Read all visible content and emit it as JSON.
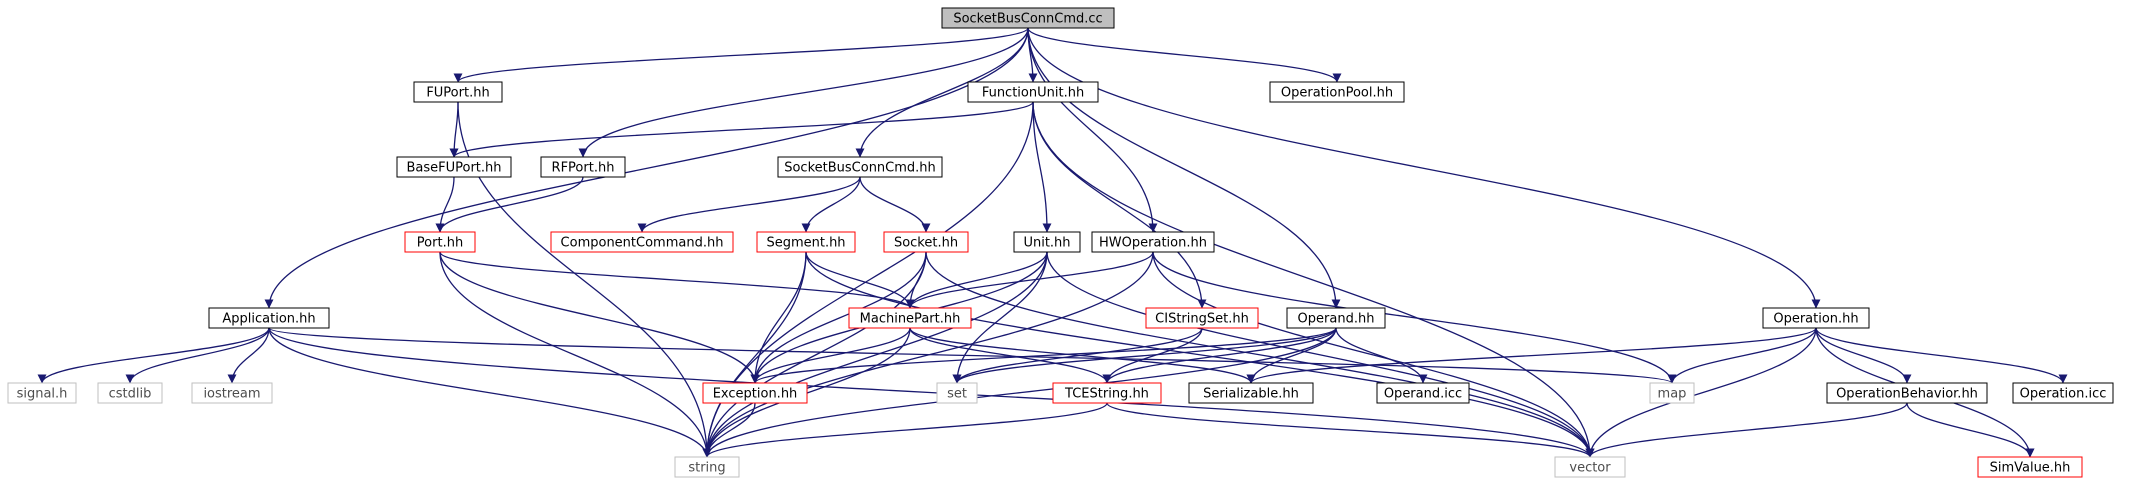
{
  "nodes": [
    {
      "id": "SocketBusConnCmd.cc",
      "label": "SocketBusConnCmd.cc",
      "style": "root"
    },
    {
      "id": "FUPort.hh",
      "label": "FUPort.hh",
      "style": "black"
    },
    {
      "id": "FunctionUnit.hh",
      "label": "FunctionUnit.hh",
      "style": "black"
    },
    {
      "id": "OperationPool.hh",
      "label": "OperationPool.hh",
      "style": "black"
    },
    {
      "id": "BaseFUPort.hh",
      "label": "BaseFUPort.hh",
      "style": "black"
    },
    {
      "id": "RFPort.hh",
      "label": "RFPort.hh",
      "style": "black"
    },
    {
      "id": "SocketBusConnCmd.hh",
      "label": "SocketBusConnCmd.hh",
      "style": "black"
    },
    {
      "id": "Port.hh",
      "label": "Port.hh",
      "style": "red"
    },
    {
      "id": "ComponentCommand.hh",
      "label": "ComponentCommand.hh",
      "style": "red"
    },
    {
      "id": "Segment.hh",
      "label": "Segment.hh",
      "style": "red"
    },
    {
      "id": "Socket.hh",
      "label": "Socket.hh",
      "style": "red"
    },
    {
      "id": "Unit.hh",
      "label": "Unit.hh",
      "style": "black"
    },
    {
      "id": "HWOperation.hh",
      "label": "HWOperation.hh",
      "style": "black"
    },
    {
      "id": "Application.hh",
      "label": "Application.hh",
      "style": "black"
    },
    {
      "id": "MachinePart.hh",
      "label": "MachinePart.hh",
      "style": "red"
    },
    {
      "id": "CIStringSet.hh",
      "label": "CIStringSet.hh",
      "style": "red"
    },
    {
      "id": "Operand.hh",
      "label": "Operand.hh",
      "style": "black"
    },
    {
      "id": "Operation.hh",
      "label": "Operation.hh",
      "style": "black"
    },
    {
      "id": "signal.h",
      "label": "signal.h",
      "style": "gray"
    },
    {
      "id": "cstdlib",
      "label": "cstdlib",
      "style": "gray"
    },
    {
      "id": "iostream",
      "label": "iostream",
      "style": "gray"
    },
    {
      "id": "Exception.hh",
      "label": "Exception.hh",
      "style": "red"
    },
    {
      "id": "set",
      "label": "set",
      "style": "gray"
    },
    {
      "id": "TCEString.hh",
      "label": "TCEString.hh",
      "style": "red"
    },
    {
      "id": "Serializable.hh",
      "label": "Serializable.hh",
      "style": "black"
    },
    {
      "id": "Operand.icc",
      "label": "Operand.icc",
      "style": "black"
    },
    {
      "id": "map",
      "label": "map",
      "style": "gray"
    },
    {
      "id": "OperationBehavior.hh",
      "label": "OperationBehavior.hh",
      "style": "black"
    },
    {
      "id": "Operation.icc",
      "label": "Operation.icc",
      "style": "black"
    },
    {
      "id": "string",
      "label": "string",
      "style": "gray"
    },
    {
      "id": "vector",
      "label": "vector",
      "style": "gray"
    },
    {
      "id": "SimValue.hh",
      "label": "SimValue.hh",
      "style": "red"
    }
  ],
  "edges": [
    [
      "SocketBusConnCmd.cc",
      "FUPort.hh"
    ],
    [
      "SocketBusConnCmd.cc",
      "FunctionUnit.hh"
    ],
    [
      "SocketBusConnCmd.cc",
      "OperationPool.hh"
    ],
    [
      "SocketBusConnCmd.cc",
      "RFPort.hh"
    ],
    [
      "SocketBusConnCmd.cc",
      "SocketBusConnCmd.hh"
    ],
    [
      "SocketBusConnCmd.cc",
      "HWOperation.hh"
    ],
    [
      "SocketBusConnCmd.cc",
      "Application.hh"
    ],
    [
      "SocketBusConnCmd.cc",
      "Operand.hh"
    ],
    [
      "SocketBusConnCmd.cc",
      "Operation.hh"
    ],
    [
      "FUPort.hh",
      "BaseFUPort.hh"
    ],
    [
      "FUPort.hh",
      "string"
    ],
    [
      "FunctionUnit.hh",
      "BaseFUPort.hh"
    ],
    [
      "FunctionUnit.hh",
      "Unit.hh"
    ],
    [
      "FunctionUnit.hh",
      "CIStringSet.hh"
    ],
    [
      "FunctionUnit.hh",
      "string"
    ],
    [
      "FunctionUnit.hh",
      "vector"
    ],
    [
      "BaseFUPort.hh",
      "Port.hh"
    ],
    [
      "RFPort.hh",
      "Port.hh"
    ],
    [
      "SocketBusConnCmd.hh",
      "ComponentCommand.hh"
    ],
    [
      "SocketBusConnCmd.hh",
      "Segment.hh"
    ],
    [
      "SocketBusConnCmd.hh",
      "Socket.hh"
    ],
    [
      "Port.hh",
      "MachinePart.hh"
    ],
    [
      "Port.hh",
      "Exception.hh"
    ],
    [
      "Port.hh",
      "string"
    ],
    [
      "Segment.hh",
      "MachinePart.hh"
    ],
    [
      "Segment.hh",
      "Exception.hh"
    ],
    [
      "Segment.hh",
      "string"
    ],
    [
      "Segment.hh",
      "vector"
    ],
    [
      "Socket.hh",
      "MachinePart.hh"
    ],
    [
      "Socket.hh",
      "Exception.hh"
    ],
    [
      "Socket.hh",
      "string"
    ],
    [
      "Socket.hh",
      "vector"
    ],
    [
      "Unit.hh",
      "MachinePart.hh"
    ],
    [
      "Unit.hh",
      "Exception.hh"
    ],
    [
      "Unit.hh",
      "set"
    ],
    [
      "Unit.hh",
      "string"
    ],
    [
      "Unit.hh",
      "vector"
    ],
    [
      "HWOperation.hh",
      "MachinePart.hh"
    ],
    [
      "HWOperation.hh",
      "string"
    ],
    [
      "HWOperation.hh",
      "map"
    ],
    [
      "HWOperation.hh",
      "vector"
    ],
    [
      "Application.hh",
      "signal.h"
    ],
    [
      "Application.hh",
      "cstdlib"
    ],
    [
      "Application.hh",
      "iostream"
    ],
    [
      "Application.hh",
      "string"
    ],
    [
      "Application.hh",
      "vector"
    ],
    [
      "Application.hh",
      "map"
    ],
    [
      "MachinePart.hh",
      "Exception.hh"
    ],
    [
      "MachinePart.hh",
      "TCEString.hh"
    ],
    [
      "MachinePart.hh",
      "Serializable.hh"
    ],
    [
      "MachinePart.hh",
      "string"
    ],
    [
      "CIStringSet.hh",
      "set"
    ],
    [
      "CIStringSet.hh",
      "TCEString.hh"
    ],
    [
      "Operand.hh",
      "Exception.hh"
    ],
    [
      "Operand.hh",
      "set"
    ],
    [
      "Operand.hh",
      "TCEString.hh"
    ],
    [
      "Operand.hh",
      "Serializable.hh"
    ],
    [
      "Operand.hh",
      "Operand.icc"
    ],
    [
      "Operand.hh",
      "string"
    ],
    [
      "Operation.hh",
      "Serializable.hh"
    ],
    [
      "Operation.hh",
      "map"
    ],
    [
      "Operation.hh",
      "vector"
    ],
    [
      "Operation.hh",
      "OperationBehavior.hh"
    ],
    [
      "Operation.hh",
      "Operation.icc"
    ],
    [
      "Operation.hh",
      "SimValue.hh"
    ],
    [
      "Exception.hh",
      "string"
    ],
    [
      "TCEString.hh",
      "string"
    ],
    [
      "TCEString.hh",
      "vector"
    ],
    [
      "OperationBehavior.hh",
      "vector"
    ],
    [
      "OperationBehavior.hh",
      "SimValue.hh"
    ]
  ],
  "colors": {
    "edge": "#191970",
    "black_border": "#000000",
    "red_border": "#ff0000",
    "gray_border": "#bfbfbf",
    "gray_text": "#4d4d4d",
    "root_fill": "#bfbfbf",
    "text": "#000000"
  }
}
